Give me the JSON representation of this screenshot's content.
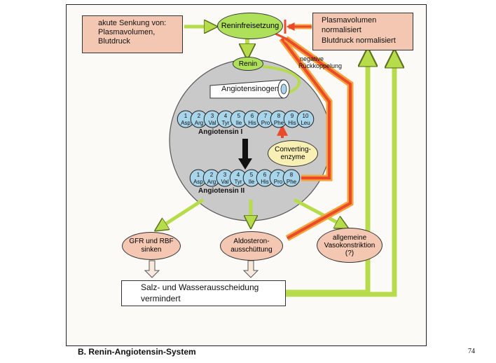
{
  "stimulus_box": {
    "line1": "akute Senkung von:",
    "line2": "Plasmavolumen,",
    "line3": "Blutdruck"
  },
  "renin_release": {
    "label": "Reninfreisetzung"
  },
  "normalized_box": {
    "line1": "Plasmavolumen",
    "line2": "normalisiert",
    "line3": "Blutdruck normalisiert"
  },
  "negative_feedback": {
    "line1": "negative",
    "line2": "Rückkoppelung"
  },
  "renin": {
    "label": "Renin"
  },
  "angiotensinogen": {
    "label": "Angiotensinogen"
  },
  "angiotensin1": {
    "name": "Angiotensin I",
    "residues": [
      {
        "n": "1",
        "aa": "Asp"
      },
      {
        "n": "2",
        "aa": "Arg"
      },
      {
        "n": "3",
        "aa": "Val"
      },
      {
        "n": "4",
        "aa": "Tyr"
      },
      {
        "n": "5",
        "aa": "Ile"
      },
      {
        "n": "6",
        "aa": "His"
      },
      {
        "n": "7",
        "aa": "Pro"
      },
      {
        "n": "8",
        "aa": "Phe"
      },
      {
        "n": "9",
        "aa": "His"
      },
      {
        "n": "10",
        "aa": "Leu"
      }
    ]
  },
  "converting_enzyme": {
    "line1": "Converting-",
    "line2": "enzyme"
  },
  "angiotensin2": {
    "name": "Angiotensin II",
    "residues": [
      {
        "n": "1",
        "aa": "Asp"
      },
      {
        "n": "2",
        "aa": "Arg"
      },
      {
        "n": "3",
        "aa": "Val"
      },
      {
        "n": "4",
        "aa": "Tyr"
      },
      {
        "n": "5",
        "aa": "Ile"
      },
      {
        "n": "6",
        "aa": "His"
      },
      {
        "n": "7",
        "aa": "Pro"
      },
      {
        "n": "8",
        "aa": "Phe"
      }
    ]
  },
  "gfr": {
    "line1": "GFR und RBF",
    "line2": "sinken"
  },
  "aldosterone": {
    "line1": "Aldosteron-",
    "line2": "ausschüttung"
  },
  "vasoconstriction": {
    "line1": "allgemeine",
    "line2": "Vasokonstriktion",
    "line3": "(?)"
  },
  "result_box": {
    "line1": "Salz- und Wasserausscheidung",
    "line2": "vermindert"
  },
  "caption": "B. Renin-Angiotensin-System",
  "page_number": "74",
  "colors": {
    "box_fill": "#f3c7b2",
    "green_arrow": "#b6dc4c",
    "red_arrow": "#ea4a2a",
    "orange_arrow": "#f6a23a",
    "circle_fill": "#c9c9c9",
    "cylinder_fill": "#a9d5ea",
    "renin_fill": "#aee05a",
    "enzyme_fill": "#f7efb3"
  }
}
